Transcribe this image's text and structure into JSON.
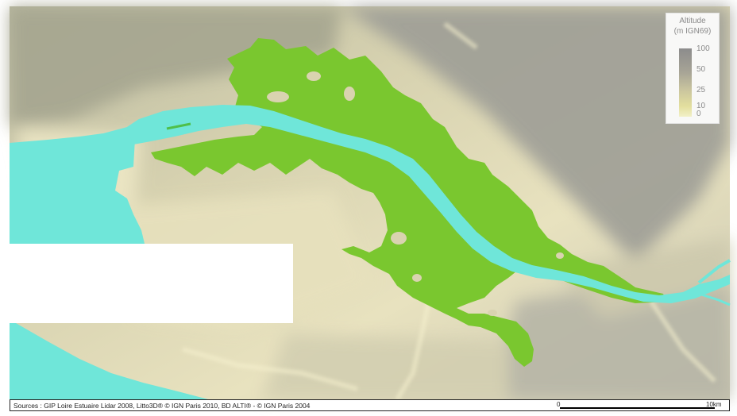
{
  "legend": {
    "title_line1": "Altitude",
    "title_line2": "(m IGN69)",
    "ticks": [
      "100",
      "50",
      "25",
      "10",
      "0"
    ]
  },
  "footer": {
    "sources": "Sources : GIP Loire Estuaire Lidar 2008, Litto3D® © IGN Paris 2010, BD ALTI® - © IGN Paris 2004",
    "scale_start": "0",
    "scale_end": "10km"
  },
  "colors": {
    "water": "#6fe6d9",
    "flood_zone": "#7ac72f",
    "terrain_low": "#efe9bb",
    "terrain_mid": "#c6c1a1",
    "terrain_high": "#8f8f8a"
  }
}
